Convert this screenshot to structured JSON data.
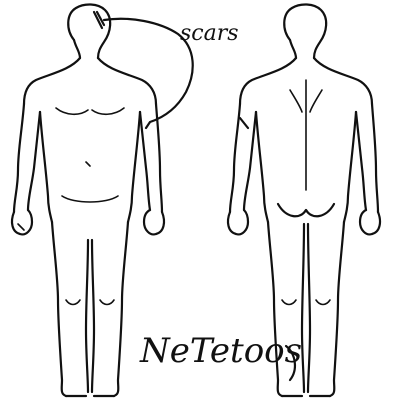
{
  "annotations": {
    "scars": "scars",
    "tattoos": "NeTetoos"
  },
  "views": {
    "front": "front-figure",
    "back": "back-figure"
  }
}
